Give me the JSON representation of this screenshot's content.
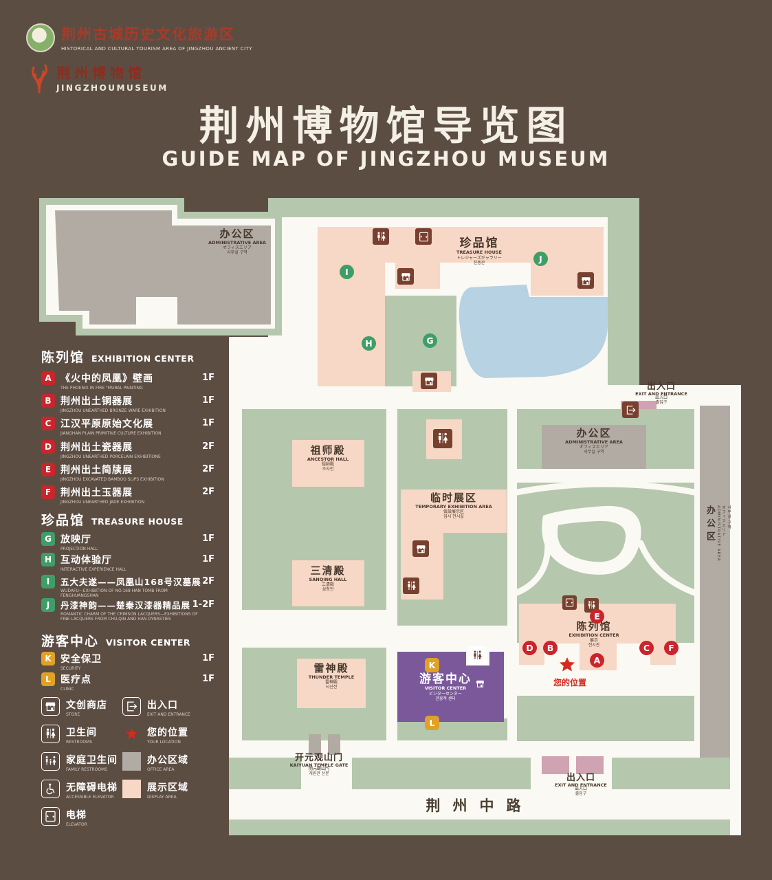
{
  "colors": {
    "background": "#5c4d43",
    "map_base": "#fbf9f3",
    "grounds_green": "#b5c7ad",
    "display_area_pink": "#f7d7c5",
    "office_area_gray": "#b2aba4",
    "pond_blue": "#b7d2e2",
    "visitor_center_purple": "#7a5899",
    "marker_red": "#c9252c",
    "marker_green": "#3f9e68",
    "marker_amber": "#e0a126",
    "icon_brown": "#77402f",
    "location_red": "#d42a20"
  },
  "header": {
    "logo_tourism": {
      "cn": "荆州古城历史文化旅游区",
      "en": "HISTORICAL AND CULTURAL TOURISM AREA OF JINGZHOU ANCIENT CITY"
    },
    "logo_museum": {
      "cn": "荆州博物馆",
      "en": "JINGZHOUMUSEUM"
    },
    "title_cn": "荆州博物馆导览图",
    "title_en": "GUIDE MAP OF JINGZHOU MUSEUM"
  },
  "legend": {
    "sections": [
      {
        "title_cn": "陈列馆",
        "title_en": "EXHIBITION CENTER",
        "items": [
          {
            "k": "A",
            "cn": "《火中的凤凰》壁画",
            "en": "THE PHOENIX IN FIRE \"MURAL PAINTING",
            "floor": "1F"
          },
          {
            "k": "B",
            "cn": "荆州出土铜器展",
            "en": "JINGZHOU UNEARTHED BRONZE WARE EXHIBITION",
            "floor": "1F"
          },
          {
            "k": "C",
            "cn": "江汉平原原始文化展",
            "en": "JIANGHAN PLAIN PRIMITIVE CULTURE EXHIBITION",
            "floor": "1F"
          },
          {
            "k": "D",
            "cn": "荆州出土瓷器展",
            "en": "JINGZHOU UNEARTHED PORCELAIN EXHIBITIONE",
            "floor": "2F"
          },
          {
            "k": "E",
            "cn": "荆州出土简牍展",
            "en": "JINGZHOU EXCAVATED BAMBOO SLIPS EXHIBITION",
            "floor": "2F"
          },
          {
            "k": "F",
            "cn": "荆州出土玉器展",
            "en": "JINGZHOU UNEARTHED JADE EXHIBITION",
            "floor": "2F"
          }
        ]
      },
      {
        "title_cn": "珍品馆",
        "title_en": "TREASURE HOUSE",
        "items": [
          {
            "k": "G",
            "cn": "放映厅",
            "en": "PROJECTION HALL",
            "floor": "1F"
          },
          {
            "k": "H",
            "cn": "互动体验厅",
            "en": "INTERACTIVE EXPERIENCE HALL",
            "floor": "1F"
          },
          {
            "k": "I",
            "cn": "五大夫遂——凤凰山168号汉墓展",
            "en": "WUDAFU—EXHIBITION OF NO.168 HAN TOMB FROM FENGHUANGSHAN",
            "floor": "2F"
          },
          {
            "k": "J",
            "cn": "丹漆神韵——楚秦汉漆器精品展",
            "en": "ROMANTIC CHARM OF THE CRIMSON LACQUERS—EXHIBITIONS OF FINE LACQUERS FROM CHU,QIN AND HAN DYNASTIES",
            "floor": "1-2F"
          }
        ]
      },
      {
        "title_cn": "游客中心",
        "title_en": "VISITOR CENTER",
        "items": [
          {
            "k": "K",
            "cn": "安全保卫",
            "en": "SECURITY",
            "floor": "1F"
          },
          {
            "k": "L",
            "cn": "医疗点",
            "en": "CLINIC",
            "floor": "1F"
          }
        ]
      }
    ],
    "symbols": [
      {
        "icon": "store-icon",
        "cn": "文创商店",
        "en": "STORE"
      },
      {
        "icon": "entrance-icon",
        "cn": "出入口",
        "en": "EXIT AND ENTRANCE"
      },
      {
        "icon": "restroom-icon",
        "cn": "卫生间",
        "en": "RESTROOMS"
      },
      {
        "icon": "your-location-star-icon",
        "cn": "您的位置",
        "en": "YOUR LOCATION"
      },
      {
        "icon": "family-restroom-icon",
        "cn": "家庭卫生间",
        "en": "FAMILY RESTROOMS"
      },
      {
        "icon": "office-area-swatch",
        "cn": "办公区域",
        "en": "OFFICE AREA"
      },
      {
        "icon": "accessible-elevator-icon",
        "cn": "无障碍电梯",
        "en": "ACCESSIBLE ELEVATOR"
      },
      {
        "icon": "display-area-swatch",
        "cn": "展示区域",
        "en": "DISPLAY AREA"
      },
      {
        "icon": "elevator-icon",
        "cn": "电梯",
        "en": "ELEVATOR"
      }
    ]
  },
  "map": {
    "labels": [
      {
        "cn": "办公区",
        "en": "ADMINISTRATIVE AREA",
        "jp": "オフィスエリア",
        "kr": "사무실 구역"
      },
      {
        "cn": "珍品馆",
        "en": "TREASURE HOUSE",
        "jp": "トレジャーズギャラリー",
        "kr": "진품관"
      },
      {
        "cn": "祖师殿",
        "en": "ANCESTOR HALL",
        "jp": "祖師殿",
        "kr": "조사전"
      },
      {
        "cn": "临时展区",
        "en": "TEMPORARY EXHIBITION AREA",
        "jp": "仮設展示区",
        "kr": "임시 전시실"
      },
      {
        "cn": "三清殿",
        "en": "SANQING HALL",
        "jp": "三清殿",
        "kr": "삼청전"
      },
      {
        "cn": "雷神殿",
        "en": "THUNDER TEMPLE",
        "jp": "雷神殿",
        "kr": "뇌신전"
      },
      {
        "cn": "游客中心",
        "en": "VISITOR CENTER",
        "jp": "ビジターセンター",
        "kr": "관광객 센터"
      },
      {
        "cn": "陈列馆",
        "en": "EXHIBITION CENTER",
        "jp": "展示",
        "kr": "전시관"
      },
      {
        "cn": "办公区",
        "en": "ADMINISTRATIVE AREA",
        "jp": "オフィスエリア",
        "kr": "사무실 구역"
      },
      {
        "cn": "办公区",
        "en": "ADMINISTRATIVE AREA",
        "jp": "オフィスエリア",
        "kr": "사무실 구역"
      },
      {
        "cn": "出入口",
        "en": "EXIT AND ENTRANCE",
        "jp": "出入口",
        "kr": "출입구"
      },
      {
        "cn": "出入口",
        "en": "EXIT AND ENTRANCE",
        "jp": "出入口",
        "kr": "출입구"
      },
      {
        "cn": "开元观山门",
        "en": "KAIYUAN TEMPLE GATE",
        "jp": "開元観山門",
        "kr": "개원관 산문"
      }
    ],
    "markers": [
      {
        "label": "A"
      },
      {
        "label": "B"
      },
      {
        "label": "C"
      },
      {
        "label": "D"
      },
      {
        "label": "E"
      },
      {
        "label": "F"
      },
      {
        "label": "G"
      },
      {
        "label": "H"
      },
      {
        "label": "I"
      },
      {
        "label": "J"
      },
      {
        "label": "K"
      },
      {
        "label": "L"
      }
    ],
    "road": "荆州中路",
    "your_location": "您的位置"
  }
}
